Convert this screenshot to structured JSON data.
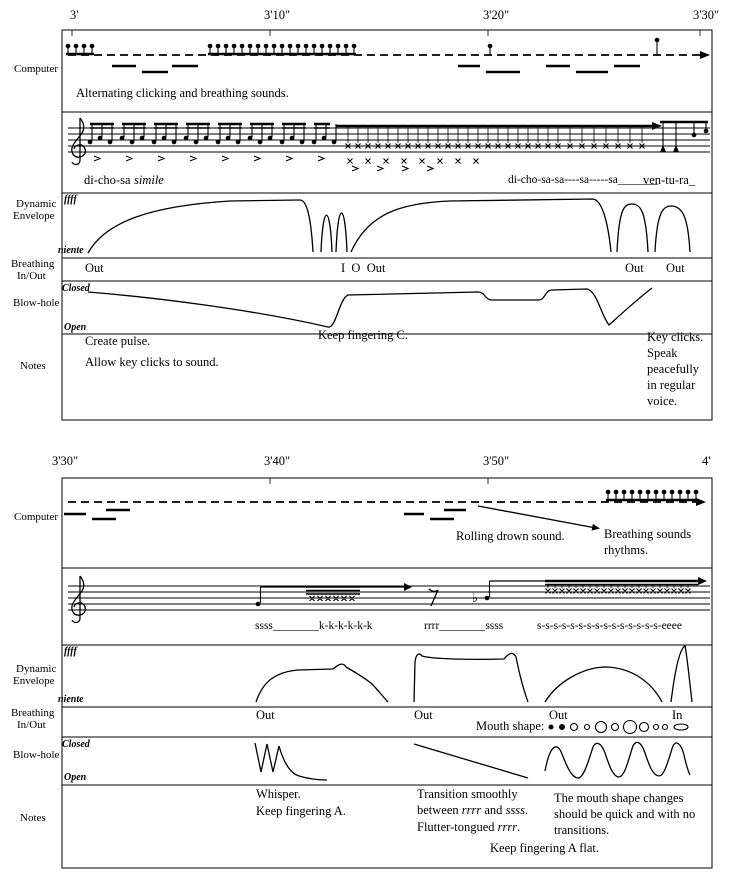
{
  "labels": {
    "computer": "Computer",
    "dynamic_line1": "Dynamic",
    "dynamic_line2": "Envelope",
    "breathing_line1": "Breathing",
    "breathing_line2": "In/Out",
    "blowhole": "Blow-hole",
    "notes": "Notes",
    "envelope_top": "ffff",
    "envelope_bottom": "niente",
    "blowhole_top": "Closed",
    "blowhole_bottom": "Open"
  },
  "system1": {
    "time_markers": [
      "3'",
      "3'10\"",
      "3'20\"",
      "3'30\""
    ],
    "computer_caption": "Alternating clicking and breathing sounds.",
    "lyric_left": "di-cho-sa",
    "lyric_simile": "simile",
    "lyric_mid": "di-cho-sa-sa----sa-----sa_______",
    "lyric_right": "ven-tu-ra_",
    "breathing_1": "Out",
    "breathing_2": "I  O  Out",
    "breathing_3": "Out",
    "breathing_4": "Out",
    "note_1a": "Create pulse.",
    "note_1b": "Allow key clicks to sound.",
    "note_2": "Keep fingering C.",
    "note_3": "Key clicks. Speak peacefully in regular voice."
  },
  "system2": {
    "time_markers": [
      "3'30\"",
      "3'40\"",
      "3'50\"",
      "4'"
    ],
    "computer_caption_1": "Rolling drown sound.",
    "computer_caption_2": "Breathing sounds rhythms.",
    "flat_sign": "♭",
    "vocal_1": "ssss________k-k-k-k-k-k",
    "vocal_2": "rrrr________ssss",
    "vocal_3": "s-s-s-s-s-s-s-s-s-s-s-s-s-s-s-eeee",
    "breathing_1": "Out",
    "breathing_2": "Out",
    "breathing_3": "Out",
    "breathing_4": "In",
    "mouth_shape_label": "Mouth shape:",
    "note_1a": "Whisper.",
    "note_1b": "Keep fingering A.",
    "note_2_part1": "Transition smoothly between ",
    "note_2_italic1": "rrrr",
    "note_2_part2": " and ",
    "note_2_italic2": "ssss",
    "note_2_part3": ".",
    "note_2b_part1": "Flutter-tongued ",
    "note_2b_italic": "rrrr",
    "note_2b_part2": ".",
    "note_3": "The mouth shape changes should be quick and with no transitions.",
    "note_4": "Keep fingering A flat."
  }
}
